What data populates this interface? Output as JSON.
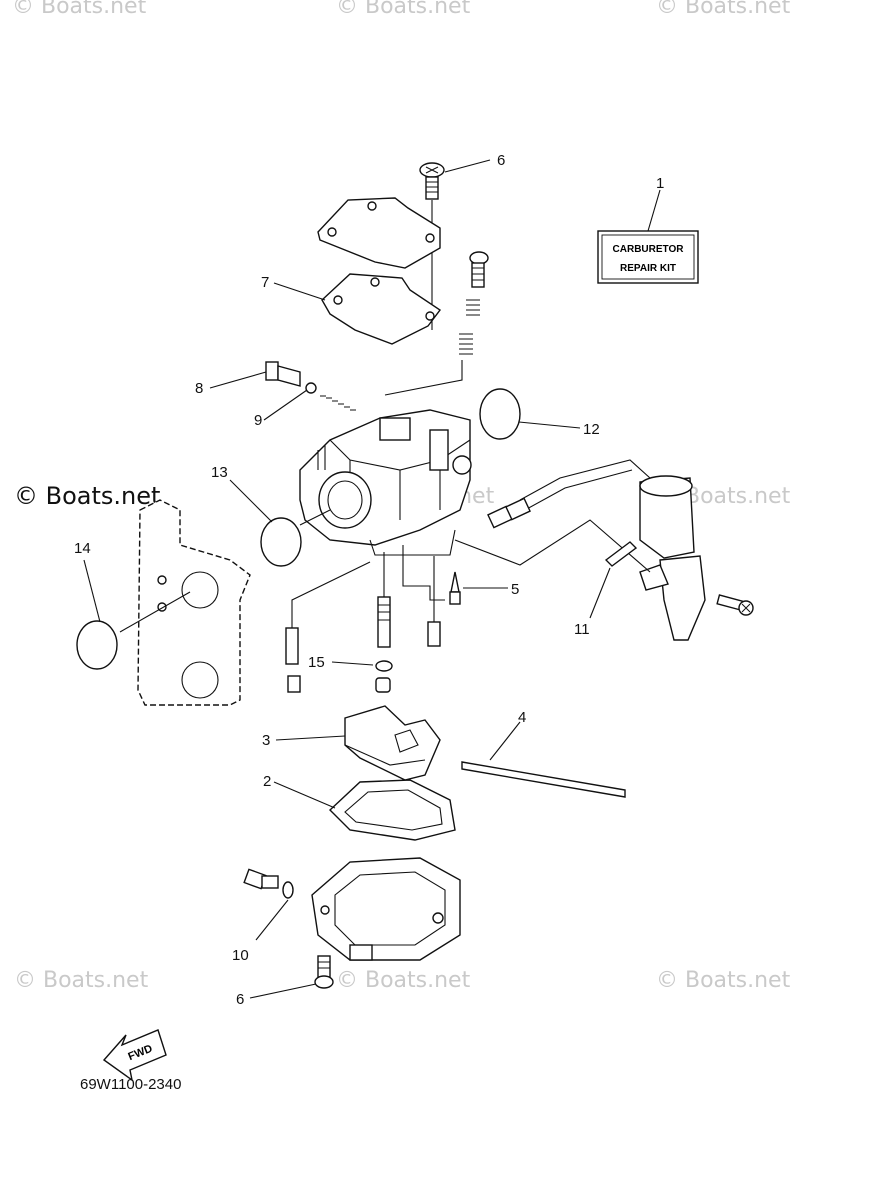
{
  "watermarks": {
    "top_left": "© Boats.net",
    "top_center": "© Boats.net",
    "top_right": "© Boats.net",
    "mid_left": "© Boats.net",
    "mid_center": "© Boats.net",
    "mid_right": "© Boats.net",
    "bottom_left": "© Boats.net",
    "bottom_center": "© Boats.net",
    "bottom_right": "© Boats.net"
  },
  "kit_box": {
    "line1": "CARBURETOR",
    "line2": "REPAIR KIT"
  },
  "callouts": {
    "c1": "1",
    "c2": "2",
    "c3": "3",
    "c4": "4",
    "c5": "5",
    "c6a": "6",
    "c6b": "6",
    "c7": "7",
    "c8": "8",
    "c9": "9",
    "c10": "10",
    "c11": "11",
    "c12": "12",
    "c13": "13",
    "c14": "14",
    "c15": "15"
  },
  "fwd_label": "FWD",
  "reference_code": "69W1100-2340"
}
